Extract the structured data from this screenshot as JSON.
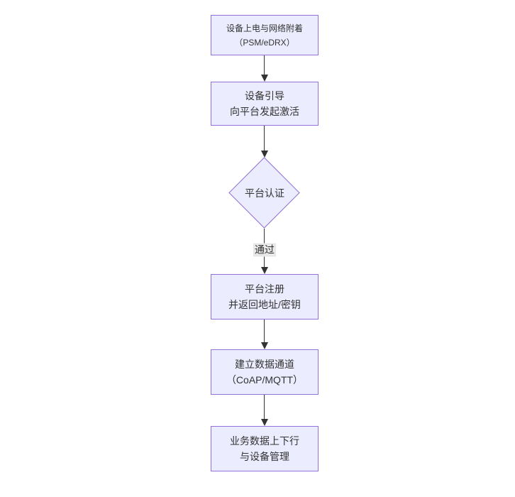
{
  "diagram": {
    "type": "flowchart",
    "direction": "top-down",
    "colors": {
      "background": "#ffffff",
      "node_fill": "#ECECFF",
      "node_border": "#9370DB",
      "edge_color": "#333333",
      "text_color": "#333333",
      "edge_label_bg": "#e8e8e8"
    },
    "nodes": [
      {
        "id": "A",
        "shape": "rect",
        "lines": [
          "设备上电与网络附着",
          "（PSM/eDRX）"
        ]
      },
      {
        "id": "B",
        "shape": "rect",
        "lines": [
          "设备引导",
          "向平台发起激活"
        ]
      },
      {
        "id": "C",
        "shape": "diamond",
        "lines": [
          "平台认证"
        ]
      },
      {
        "id": "D",
        "shape": "rect",
        "lines": [
          "平台注册",
          "并返回地址/密钥"
        ]
      },
      {
        "id": "E",
        "shape": "rect",
        "lines": [
          "建立数据通道",
          "（CoAP/MQTT）"
        ]
      },
      {
        "id": "F",
        "shape": "rect",
        "lines": [
          "业务数据上下行",
          "与设备管理"
        ]
      }
    ],
    "edges": [
      {
        "from": "A",
        "to": "B",
        "label": ""
      },
      {
        "from": "B",
        "to": "C",
        "label": ""
      },
      {
        "from": "C",
        "to": "D",
        "label": "通过"
      },
      {
        "from": "D",
        "to": "E",
        "label": ""
      },
      {
        "from": "E",
        "to": "F",
        "label": ""
      }
    ]
  }
}
